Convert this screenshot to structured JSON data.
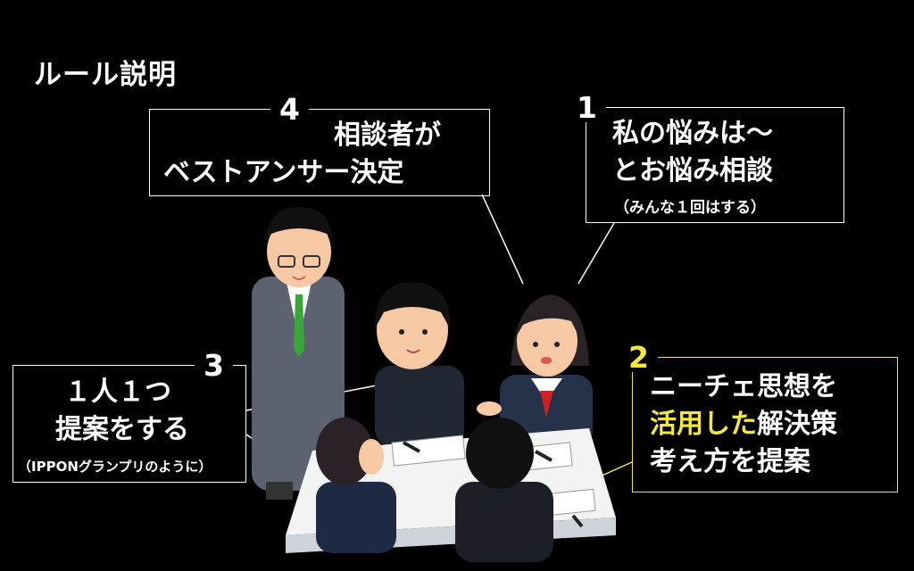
{
  "title": "ルール説明",
  "box4": {
    "num": "4",
    "line1": "相談者が",
    "line2": "ベストアンサー決定"
  },
  "box1": {
    "num": "1",
    "line1": "私の悩みは〜",
    "line2": "とお悩み相談",
    "note": "（みんな１回はする）"
  },
  "box3": {
    "num": "3",
    "line1": "１人１つ",
    "line2": "提案をする",
    "note": "（IPPONグランプリのように）"
  },
  "box2": {
    "num": "2",
    "line1": "ニーチェ思想を",
    "line2_highlight": "活用した",
    "line2_rest": "解決策",
    "line3": "考え方を提案"
  },
  "colors": {
    "background": "#000000",
    "text": "#ffffff",
    "accent": "#f4e93a"
  }
}
